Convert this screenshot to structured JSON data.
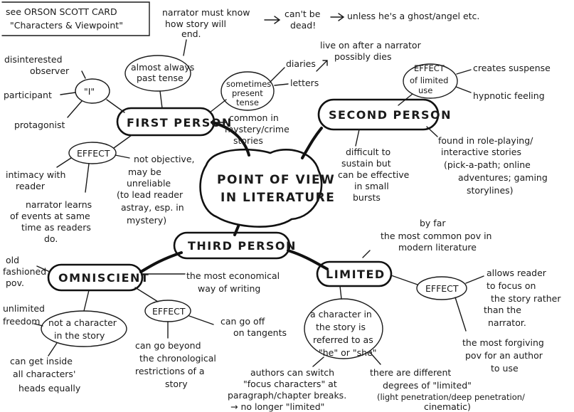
{
  "reference": [
    "see ORSON SCOTT CARD",
    "\"Characters & Viewpoint\""
  ],
  "center": [
    "POINT OF VIEW",
    "IN LITERATURE"
  ],
  "first_person": {
    "title": "FIRST PERSON",
    "i_node": "\"I\"",
    "roles": [
      "disinterested",
      "observer",
      "participant",
      "protagonist"
    ],
    "tense_always": [
      "almost always",
      "past tense"
    ],
    "tense_sometimes": [
      "sometimes",
      "present",
      "tense"
    ],
    "diaries": "diaries",
    "letters": "letters",
    "narrator_knows": [
      "narrator must know",
      "how story will",
      "end."
    ],
    "cant_be_dead": [
      "can't be",
      "dead!"
    ],
    "unless_ghost": "unless he's a ghost/angel etc.",
    "live_on": [
      "live on after a narrator",
      "possibly dies"
    ],
    "effect": "EFFECT",
    "intimacy": [
      "intimacy with",
      "reader"
    ],
    "learns": [
      "narrator learns",
      "of events at same",
      "time as readers",
      "do."
    ],
    "not_objective": [
      "not objective,",
      "may be",
      "unreliable",
      "(to lead reader",
      "astray, esp. in",
      "mystery)"
    ],
    "mystery": [
      "common in",
      "mystery/crime",
      "stories"
    ]
  },
  "second_person": {
    "title": "SECOND PERSON",
    "effect": [
      "EFFECT",
      "of limited",
      "use"
    ],
    "suspense": "creates suspense",
    "hypnotic": "hypnotic feeling",
    "difficult": [
      "difficult to",
      "sustain but",
      "can be effective",
      "in small",
      "bursts"
    ],
    "found_in": [
      "found in role-playing/",
      "interactive stories",
      "(pick-a-path; online",
      "adventures; gaming",
      "storylines)"
    ]
  },
  "third_person": {
    "title": "THIRD PERSON",
    "common": [
      "by far",
      "the most common pov in",
      "modern literature"
    ],
    "omniscient": {
      "title": "OMNISCIENT",
      "old": [
        "old",
        "fashioned",
        "pov."
      ],
      "unlimited": [
        "unlimited",
        "freedom"
      ],
      "not_char": [
        "not a character",
        "in the story"
      ],
      "inside": [
        "can get inside",
        "all characters'",
        "heads equally"
      ],
      "economical": [
        "the most economical",
        "way of writing"
      ],
      "effect": "EFFECT",
      "tangents": [
        "can go off",
        "on tangents"
      ],
      "beyond": [
        "can go beyond",
        "the chronological",
        "restrictions of a",
        "story"
      ]
    },
    "limited": {
      "title": "LIMITED",
      "referred": [
        "a character in",
        "the story is",
        "referred to as",
        "\"he\" or \"she\""
      ],
      "effect": "EFFECT",
      "focus": [
        "allows reader",
        "to focus on",
        "the story rather",
        "than the",
        "narrator."
      ],
      "forgiving": [
        "the most forgiving",
        "pov for an author",
        "to use"
      ],
      "switch": [
        "authors can switch",
        "\"focus characters\" at",
        "paragraph/chapter breaks.",
        "→ no longer \"limited\""
      ],
      "degrees": [
        "there are different",
        "degrees of \"limited\"",
        "(light penetration/deep penetration/",
        "cinematic)"
      ]
    }
  }
}
